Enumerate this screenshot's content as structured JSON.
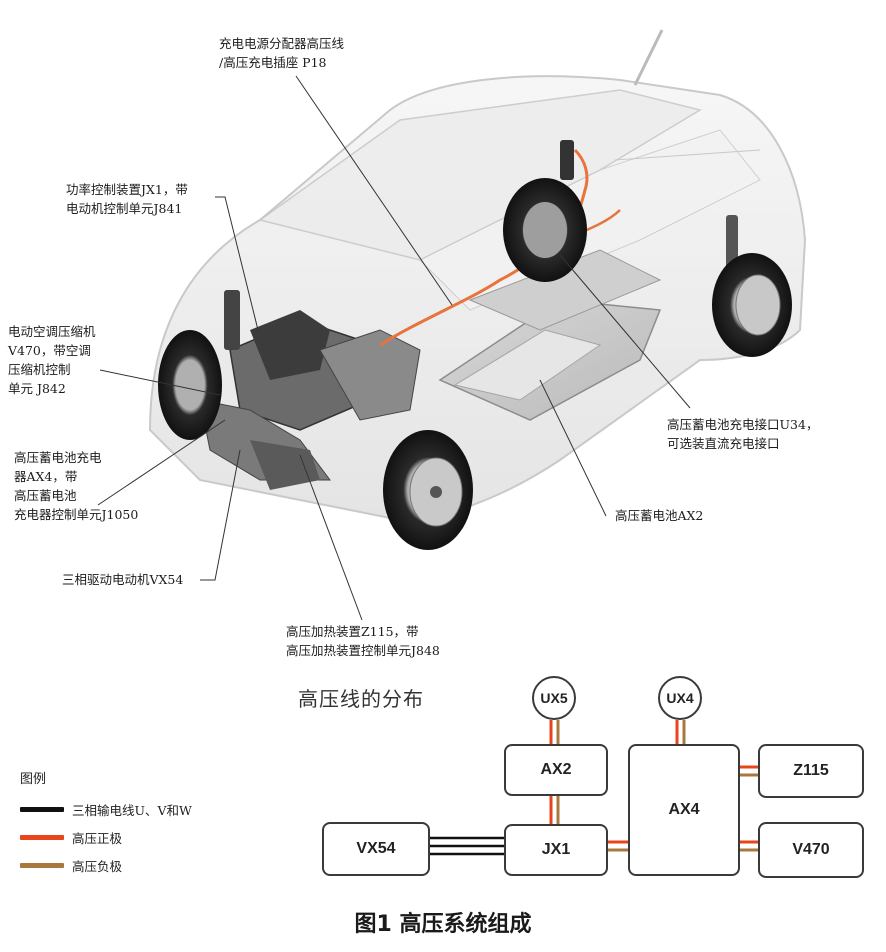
{
  "callouts": {
    "charge_distributor": [
      "充电电源分配器高压线",
      "/高压充电插座 P18"
    ],
    "power_control": [
      "功率控制装置JX1，带",
      "电动机控制单元J841"
    ],
    "ac_compressor": [
      "电动空调压缩机",
      "V470，带空调",
      "压缩机控制",
      "单元 J842"
    ],
    "battery_charger": [
      "高压蓄电池充电",
      "器AX4，带",
      "高压蓄电池",
      "充电器控制单元J1050"
    ],
    "motor": [
      "三相驱动电动机VX54"
    ],
    "heater": [
      "高压加热装置Z115，带",
      "高压加热装置控制单元J848"
    ],
    "charge_port": [
      "高压蓄电池充电接口U34，",
      "可选装直流充电接口"
    ],
    "battery": [
      "高压蓄电池AX2"
    ]
  },
  "distribution_caption": "高压线的分布",
  "legend": {
    "title": "图例",
    "items": [
      {
        "label": "三相输电线U、V和W",
        "color": "#111111"
      },
      {
        "label": "高压正极",
        "color": "#e8451c"
      },
      {
        "label": "高压负极",
        "color": "#a8783c"
      }
    ]
  },
  "diagram": {
    "ux5": "UX5",
    "ux4": "UX4",
    "ax2": "AX2",
    "ax4": "AX4",
    "z115": "Z115",
    "jx1": "JX1",
    "vx54": "VX54",
    "v470": "V470"
  },
  "figure_title": "图1 高压系统组成",
  "colors": {
    "positive": "#e8451c",
    "negative": "#a8783c",
    "three_phase": "#111111",
    "line_color": "#333333"
  }
}
